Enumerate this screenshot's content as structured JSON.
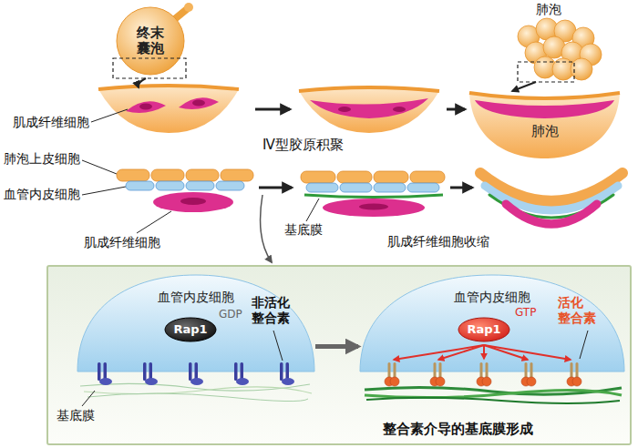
{
  "diagram": {
    "nodes": [
      {
        "text": [
          "终末囊泡"
        ]
      },
      {
        "text": [
          "肺泡"
        ]
      },
      {
        "text": [
          "血管内皮细胞"
        ]
      },
      {
        "text": [
          "Rap1"
        ],
        "in": 2
      },
      {
        "text": [
          "血管内皮细胞"
        ]
      },
      {
        "text": [
          "Rap1"
        ],
        "in": 4
      }
    ],
    "edges": [
      {
        "from": 2,
        "to": 4,
        "arrow": "to"
      }
    ],
    "labels": [
      "肺泡",
      "肌成纤维细胞",
      "Ⅳ型胶原积聚",
      "肺泡上皮细胞",
      "血管内皮细胞",
      "肌成纤维细胞",
      "基底膜",
      "肌成纤维细胞收缩",
      "GDP",
      "非活化 整合素",
      "GTP",
      "活化 整合素",
      "基底膜",
      "整合素介导的基底膜形成"
    ]
  }
}
